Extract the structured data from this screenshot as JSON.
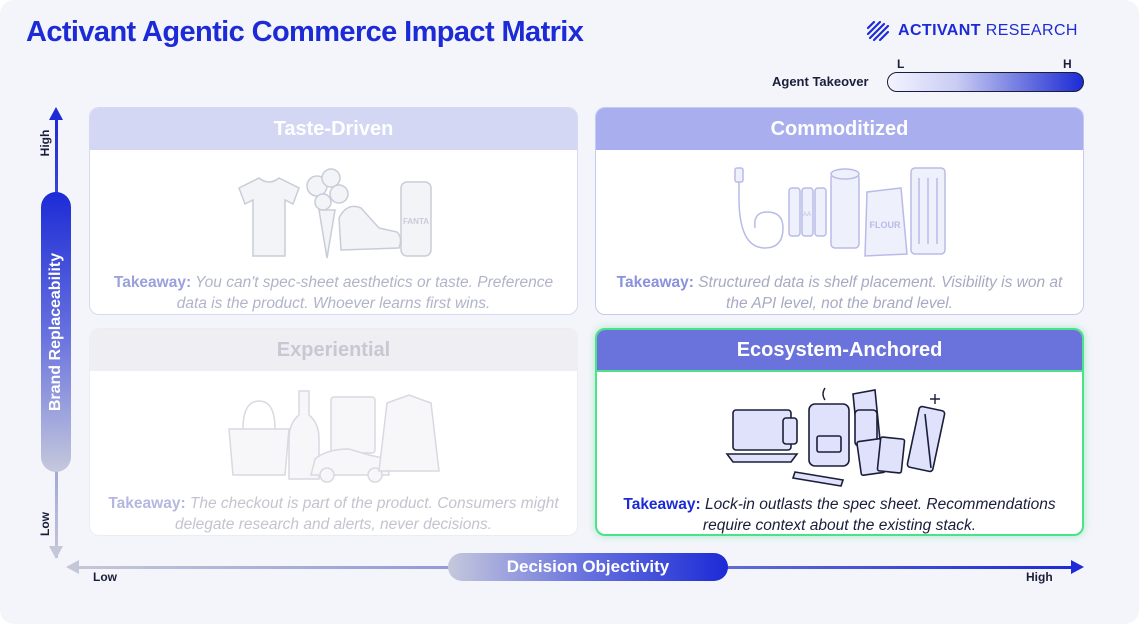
{
  "header": {
    "title": "Activant Agentic Commerce Impact Matrix",
    "brand_bold": "ACTIVANT",
    "brand_light": " RESEARCH"
  },
  "legend": {
    "label": "Agent Takeover",
    "low": "L",
    "high": "H"
  },
  "axes": {
    "y_label": "Brand Replaceability",
    "y_high": "High",
    "y_low": "Low",
    "x_label": "Decision Objectivity",
    "x_low": "Low",
    "x_high": "High"
  },
  "quadrants": {
    "taste": {
      "title": "Taste-Driven",
      "takeaway_label": "Takeaway:",
      "takeaway_text": " You can't spec-sheet aesthetics or taste. Preference data is the product. Whoever learns first wins.",
      "illustration": "t-shirt, flower bouquet, sneaker, soda can",
      "can_text": "FANTA"
    },
    "comm": {
      "title": "Commoditized",
      "takeaway_label": "Takeaway:",
      "takeaway_text": " Structured data is shelf placement. Visibility is won at the API level, not the brand level.",
      "illustration": "charging cable, batteries, paper towel roll, flour bag, pens",
      "flour_text": "FLOUR",
      "battery_text": "AA"
    },
    "exp": {
      "title": "Experiential",
      "takeaway_label": "Takeaway:",
      "takeaway_text": " The checkout is part of the product. Consumers might delegate research and alerts, never decisions.",
      "illustration": "handbag, champagne bottle, sports car, brochure, jacket"
    },
    "eco": {
      "title": "Ecosystem-Anchored",
      "takeaway_label": "Takeaway:",
      "takeaway_text": " Lock-in outlasts the spec sheet. Recommendations require context about the existing stack.",
      "illustration": "laptop, phone, coffee machine with capsules, game console, trading cards, razor",
      "highlighted": true,
      "highlight_color": "#4fe08b"
    }
  },
  "colors": {
    "accent": "#1c2bd6",
    "highlight": "#4fe08b"
  }
}
